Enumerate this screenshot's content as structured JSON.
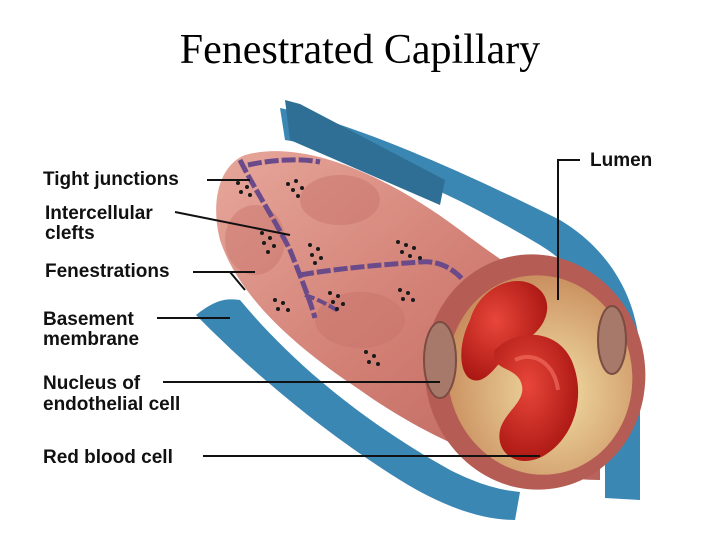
{
  "title": "Fenestrated Capillary",
  "labels": {
    "tight_junctions": "Tight junctions",
    "intercellular_clefts_line1": "Intercellular",
    "intercellular_clefts_line2": "clefts",
    "fenestrations": "Fenestrations",
    "basement_membrane_line1": "Basement",
    "basement_membrane_line2": "membrane",
    "nucleus_line1": "Nucleus of",
    "nucleus_line2": "endothelial cell",
    "red_blood_cell": "Red blood cell",
    "lumen": "Lumen"
  },
  "colors": {
    "basement_membrane": "#3a87b4",
    "endothelium": "#d9847a",
    "endothelium_dark": "#b35a55",
    "lumen_interior": "#e6c98a",
    "red_blood_cell": "#c9261d",
    "junction": "#6b4a8a"
  }
}
